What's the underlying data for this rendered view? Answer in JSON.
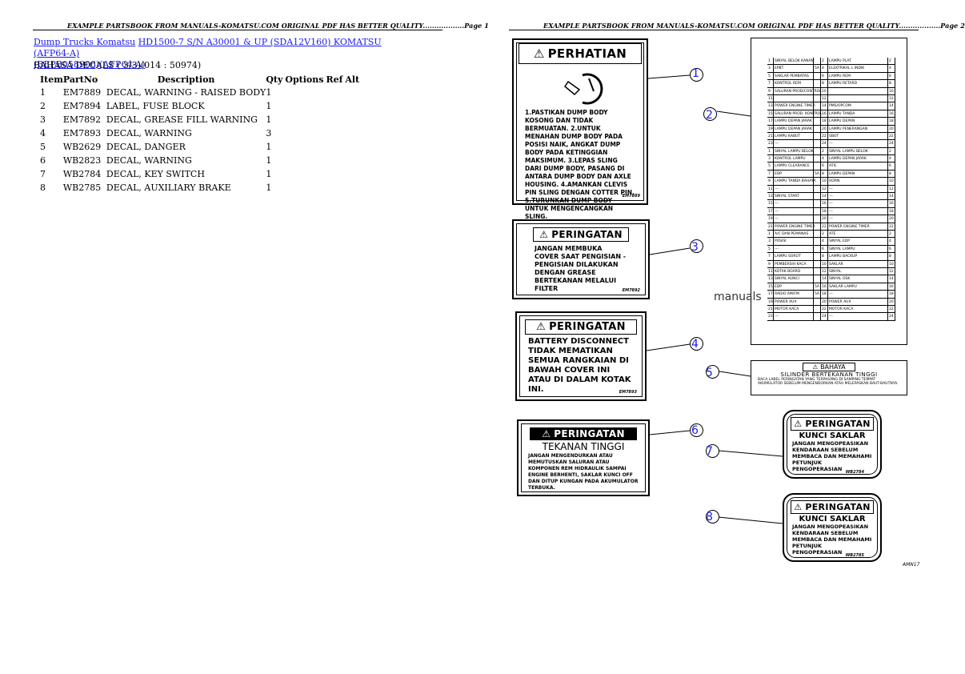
{
  "header": {
    "left": "EXAMPLE PARTSBOOK FROM MANUALS-KOMATSU.COM ORIGINAL PDF HAS BETTER QUALITY..................Page 1",
    "right": "EXAMPLE PARTSBOOK FROM MANUALS-KOMATSU.COM ORIGINAL PDF HAS BETTER QUALITY..................Page 2"
  },
  "breadcrumb": {
    "link1": "Dump Trucks Komatsu",
    "link2": "HD1500-7 S/N A30001 & UP (SDA12V160) KOMATSU (AFP64-A)",
    "link3": "(BEPB058906)(AFP64-A)"
  },
  "subtitle": "BAHASA DECALS ( 3/3)(014 : 50974)",
  "table": {
    "headers": [
      "Item",
      "PartNo",
      "Description",
      "Qty",
      "Options",
      "Ref",
      "Alt"
    ],
    "rows": [
      {
        "item": "1",
        "part": "EM7889",
        "desc": "DECAL, WARNING - RAISED BODY",
        "qty": "1"
      },
      {
        "item": "2",
        "part": "EM7894",
        "desc": "LABEL, FUSE BLOCK",
        "qty": "1"
      },
      {
        "item": "3",
        "part": "EM7892",
        "desc": "DECAL, GREASE FILL WARNING",
        "qty": "1"
      },
      {
        "item": "4",
        "part": "EM7893",
        "desc": "DECAL, WARNING",
        "qty": "3"
      },
      {
        "item": "5",
        "part": "WB2629",
        "desc": "DECAL, DANGER",
        "qty": "1"
      },
      {
        "item": "6",
        "part": "WB2823",
        "desc": "DECAL, WARNING",
        "qty": "1"
      },
      {
        "item": "7",
        "part": "WB2784",
        "desc": "DECAL, KEY SWITCH",
        "qty": "1"
      },
      {
        "item": "8",
        "part": "WB2785",
        "desc": "DECAL, AUXILIARY BRAKE",
        "qty": "1"
      }
    ]
  },
  "illustration": {
    "watermark": "manuals",
    "figure_no": "AMN17",
    "callouts": [
      "1",
      "2",
      "3",
      "4",
      "5",
      "6",
      "7",
      "8"
    ],
    "decal1": {
      "title": "PERHATIAN",
      "body": "1.PASTIKAN DUMP BODY KOSONG DAN TIDAK BERMUATAN. 2.UNTUK MENAHAN DUMP BODY PADA POSISI NAIK, ANGKAT DUMP BODY PADA KETINGGIAN MAKSIMUM. 3.LEPAS SLING DARI DUMP BODY, PASANG DI ANTARA DUMP BODY DAN AXLE HOUSING. 4.AMANKAN CLEVIS PIN SLING DENGAN COTTER PIN. 5.TURUNKAN DUMP BODY UNTUK MENGENCANGKAN SLING.",
      "code": "EM7889"
    },
    "decal3": {
      "title": "PERINGATAN",
      "body": "JANGAN MEMBUKA COVER SAAT PENGISIAN - PENGISIAN DILAKUKAN DENGAN GREASE BERTEKANAN MELALUI FILTER",
      "code": "EM7892"
    },
    "decal4": {
      "title": "PERINGATAN",
      "body": "BATTERY DISCONNECT TIDAK MEMATIKAN SEMUA RANGKAIAN DI BAWAH COVER INI ATAU DI DALAM KOTAK INI.",
      "code": "EM7893"
    },
    "decal5": {
      "title": "BAHAYA",
      "line1": "SILINDER BERTEKANAN TINGGI",
      "body": "BACA LABEL PERINGATAN YANG TERPASANG DI SAMPING TEMPAT AKUMULATOR SEBELUM MENGENDORKAN ATAU MELEPASKAN BAUT-BAUTNYA."
    },
    "decal6": {
      "title": "PERINGATAN",
      "line1": "TEKANAN TINGGI",
      "body": "JANGAN MENGENDURKAN ATAU MEMUTUSKAN SALURAN ATAU KOMPONEN REM HIDRAULIK SAMPAI ENGINE BERHENTI, SAKLAR KUNCI OFF DAN DITUP KUNGAN PADA AKUMULATOR TERBUKA."
    },
    "decal7": {
      "title": "PERINGATAN",
      "line1": "KUNCI SAKLAR",
      "body": "JANGAN MENGOPEASIKAN KENDARAAN SEBELUM MEMBACA DAN MEMAHAMI PETUNJUK PENGOPERASIAN",
      "code": "WB2784"
    },
    "decal8": {
      "title": "PERINGATAN",
      "line1": "KUNCI SAKLAR",
      "body": "JANGAN MENGOPEASIKAN KENDARAAN SEBELUM MEMBACA DAN MEMAHAMI PETUNJUK PENGOPERASIAN",
      "code": "WB2785"
    },
    "fuse_rows": [
      [
        "1",
        "SINYAL BELOK KANAN",
        "",
        "2",
        "LAMPU PLAT",
        "2"
      ],
      [
        "3",
        "EPBT",
        "5A",
        "4",
        "ELEKTRIKAL L INDIK",
        "4"
      ],
      [
        "5",
        "SAKLAR PEMBATAS",
        "",
        "6",
        "LAMPU REM",
        "6"
      ],
      [
        "7",
        "KONTROL REM",
        "",
        "8",
        "LAMPU RETARD",
        "8"
      ],
      [
        "9",
        "SALURAN PROD/CONTROL",
        "",
        "10",
        "",
        "10"
      ],
      [
        "11",
        "",
        "",
        "12",
        "",
        "12"
      ],
      [
        "13",
        "POWER ENGINE TIMER",
        "",
        "14",
        "PMS/OPCOM",
        "14"
      ],
      [
        "15",
        "SALURAN PROD. KONTROL",
        "",
        "16",
        "LAMPU TANDA",
        "16"
      ],
      [
        "17",
        "LAMPU DEPAN JARAK",
        "",
        "18",
        "LAMPU DEPAN",
        "18"
      ],
      [
        "19",
        "LAMPU DEPAN JARAK",
        "",
        "20",
        "LAMPU PENERANGAN",
        "20"
      ],
      [
        "21",
        "LAMPU KABUT",
        "",
        "22",
        "SBOT",
        "22"
      ],
      [
        "23",
        "---",
        "",
        "24",
        "---",
        "24"
      ],
      [
        "1",
        "SINYAL LAMPU BELOK",
        "",
        "2",
        "SINYAL LAMPU BELOK",
        "2"
      ],
      [
        "3",
        "KONTROL LAMPU",
        "",
        "4",
        "LAMPU DEPAN JARAK",
        "4"
      ],
      [
        "5",
        "LAMPU CLEARANCE",
        "",
        "6",
        "ATIC",
        "6"
      ],
      [
        "7",
        "EDP",
        "5A",
        "8",
        "LAMPU DEPAN",
        "8"
      ],
      [
        "9",
        "LAMPU TANDA BAHAYA",
        "",
        "10",
        "HORN",
        "10"
      ],
      [
        "11",
        "---",
        "",
        "12",
        "---",
        "12"
      ],
      [
        "13",
        "SINYAL START",
        "",
        "14",
        "---",
        "14"
      ],
      [
        "15",
        "---",
        "",
        "16",
        "---",
        "16"
      ],
      [
        "17",
        "---",
        "",
        "18",
        "---",
        "18"
      ],
      [
        "19",
        "---",
        "",
        "20",
        "---",
        "20"
      ],
      [
        "21",
        "POWER ENGINE TIMER",
        "",
        "22",
        "POWER ENGINE TIMER",
        "22"
      ],
      [
        "1",
        "A/C DAN PEMANAS",
        "",
        "2",
        "ATE",
        "2"
      ],
      [
        "3",
        "POSISI",
        "",
        "4",
        "SINYAL EDP",
        "4"
      ],
      [
        "5",
        "---",
        "",
        "6",
        "SINYAL LAMPU",
        "6"
      ],
      [
        "7",
        "LAMPU SOROT",
        "",
        "8",
        "LAMPU BACKUP",
        "8"
      ],
      [
        "9",
        "PEMBERSIH KACA",
        "",
        "10",
        "SAKLAR",
        "10"
      ],
      [
        "11",
        "KOTAK BOARD",
        "",
        "12",
        "SINYAL",
        "12"
      ],
      [
        "13",
        "SINYAL KUNCI",
        "",
        "14",
        "SINYAL OSK",
        "14"
      ],
      [
        "15",
        "EDP",
        "5A",
        "16",
        "SAKLAR LAMPU",
        "16"
      ],
      [
        "17",
        "RADIO AM/FM",
        "5A",
        "18",
        "---",
        "18"
      ],
      [
        "19",
        "POWER AUX",
        "",
        "20",
        "POWER AUX",
        "20"
      ],
      [
        "21",
        "MOTOR KACA",
        "",
        "22",
        "MOTOR KACA",
        "22"
      ],
      [
        "23",
        "---",
        "",
        "24",
        "---",
        "24"
      ]
    ]
  }
}
